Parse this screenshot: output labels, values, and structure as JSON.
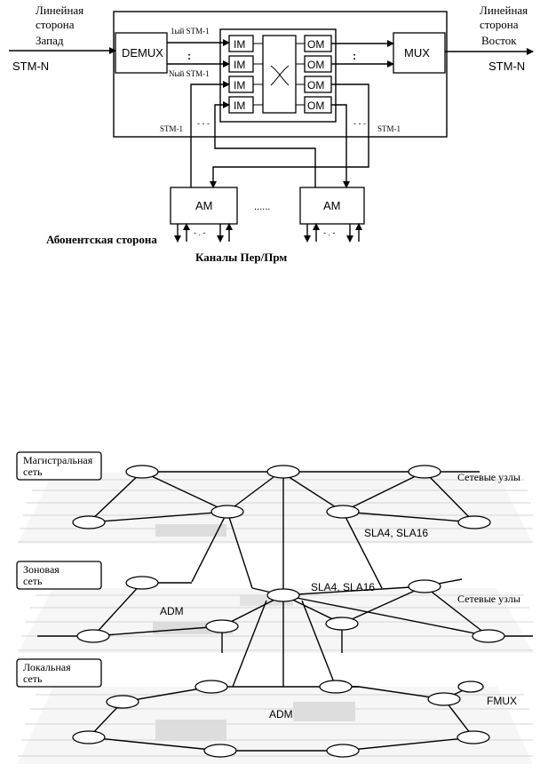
{
  "top": {
    "line_side_west_1": "Линейная",
    "line_side_west_2": "сторона",
    "west": "Запад",
    "stm_n_in": "STM-N",
    "line_side_east_1": "Линейная",
    "line_side_east_2": "сторона",
    "east": "Восток",
    "stm_n_out": "STM-N",
    "demux": "DEMUX",
    "mux": "MUX",
    "first_stm1": "1ый STM-1",
    "nth_stm1": "Nый STM-1",
    "im": "IM",
    "om": "OM",
    "stm1_left": "STM-1",
    "stm1_right": "STM-1",
    "am": "AM",
    "subscriber_side": "Абонентская сторона",
    "channels": "Каналы Пер/Прм",
    "dots_v": ":",
    "dots_h": "......",
    "dots_small": "- . -",
    "dots_stm": "- - -"
  },
  "bottom": {
    "trunk_label_1": "Магистральная",
    "trunk_label_2": "сеть",
    "zone_label_1": "Зоновая",
    "zone_label_2": "сеть",
    "local_label_1": "Локальная",
    "local_label_2": "сеть",
    "network_nodes_1": "Сетевые узлы",
    "network_nodes_2": "Сетевые узлы",
    "sla_1": "SLA4, SLA16",
    "sla_2": "SLA4, SLA16",
    "adm_1": "ADM",
    "adm_2": "ADM",
    "fmux": "FMUX"
  }
}
